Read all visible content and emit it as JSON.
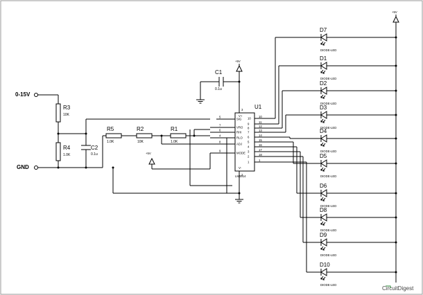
{
  "labels": {
    "input_voltage": "0-15V",
    "gnd": "GND",
    "supply_top": "+5V",
    "supply_c1": "+5V",
    "supply_mode": "+5V"
  },
  "components": {
    "R3": {
      "ref": "R3",
      "value": "10K"
    },
    "R4": {
      "ref": "R4",
      "value": "1.0K"
    },
    "C2": {
      "ref": "C2",
      "value": "0.1u"
    },
    "R5": {
      "ref": "R5",
      "value": "1.0K"
    },
    "R2": {
      "ref": "R2",
      "value": "10K"
    },
    "R1": {
      "ref": "R1",
      "value": "1.0K"
    },
    "C1": {
      "ref": "C1",
      "value": "0.1u"
    }
  },
  "ic": {
    "ref": "U1",
    "part": "LM3914",
    "left_pins": [
      {
        "num": "5",
        "name": "SIG"
      },
      {
        "num": "7",
        "name": "VRO"
      },
      {
        "num": "6",
        "name": "RHI"
      },
      {
        "num": "4",
        "name": "RLO"
      },
      {
        "num": "8",
        "name": "ADJ"
      },
      {
        "num": "9",
        "name": "MODE"
      }
    ],
    "right_pins": [
      {
        "num": "10",
        "inner": "10"
      },
      {
        "num": "11",
        "inner": "9"
      },
      {
        "num": "12",
        "inner": "8"
      },
      {
        "num": "13",
        "inner": "7"
      },
      {
        "num": "14",
        "inner": "6"
      },
      {
        "num": "15",
        "inner": "5"
      },
      {
        "num": "16",
        "inner": "4"
      },
      {
        "num": "17",
        "inner": "3"
      },
      {
        "num": "18",
        "inner": "2"
      },
      {
        "num": "1",
        "inner": "1"
      }
    ],
    "top_pin": "3",
    "top_pin_name": "V+",
    "bottom_pin": "2",
    "bottom_pin_name": "V-"
  },
  "leds": [
    {
      "ref": "D7",
      "part": "DIODE-LED"
    },
    {
      "ref": "D1",
      "part": "DIODE-LED"
    },
    {
      "ref": "D2",
      "part": "DIODE-LED"
    },
    {
      "ref": "D3",
      "part": "DIODE-LED"
    },
    {
      "ref": "D4",
      "part": "DIODE-LED"
    },
    {
      "ref": "D5",
      "part": "DIODE-LED"
    },
    {
      "ref": "D6",
      "part": "DIODE-LED"
    },
    {
      "ref": "D8",
      "part": "DIODE-LED"
    },
    {
      "ref": "D9",
      "part": "DIODE-LED"
    },
    {
      "ref": "D10",
      "part": "DIODE-LED"
    }
  ],
  "brand": {
    "text": "CircuitDigest",
    "accent": "#2e8b3a"
  }
}
